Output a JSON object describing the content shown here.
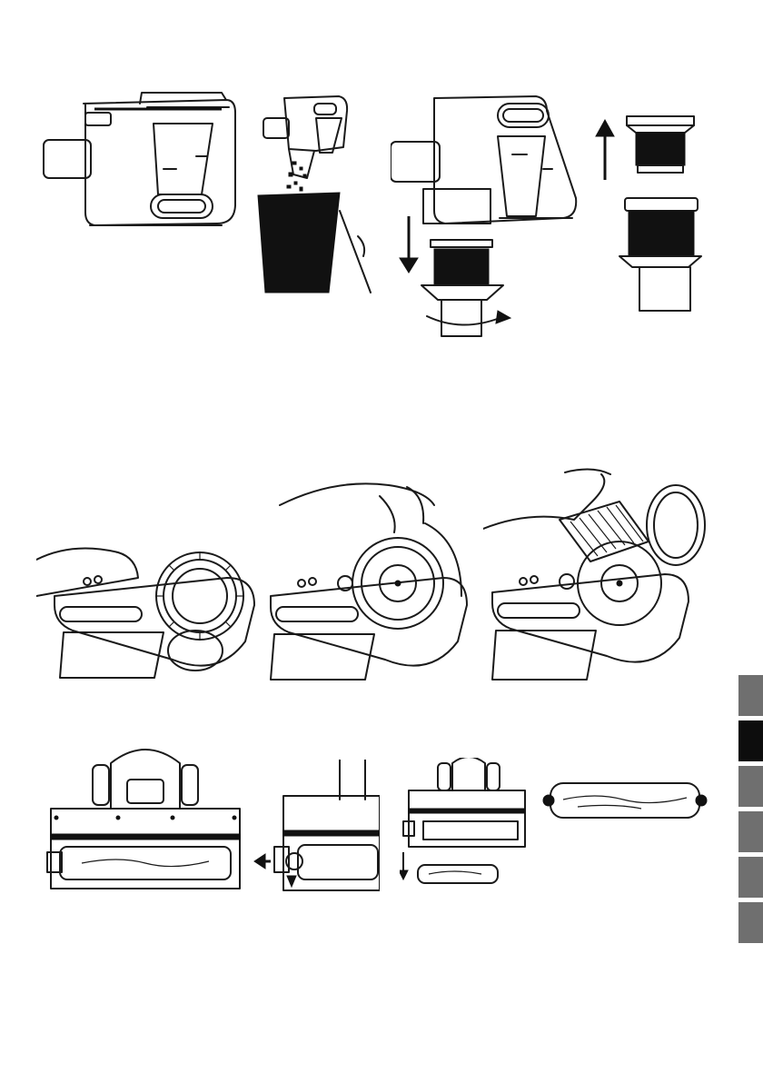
{
  "page": {
    "sections": [
      {
        "id": "dust-bin-emptying",
        "steps": 4
      },
      {
        "id": "filter-cleaning",
        "steps": 3
      },
      {
        "id": "brush-roll-removal",
        "steps": 4
      }
    ]
  },
  "colors": {
    "ink": "#1a1a1a",
    "tab_inactive": "#6f6f6f",
    "tab_active": "#0d0d0d",
    "background": "#ffffff"
  },
  "icons": [
    "arrow-down-icon",
    "arrow-up-icon",
    "arrow-left-icon",
    "rotate-arrow-icon"
  ],
  "language_tabs": {
    "count": 6,
    "active_index": 1
  }
}
